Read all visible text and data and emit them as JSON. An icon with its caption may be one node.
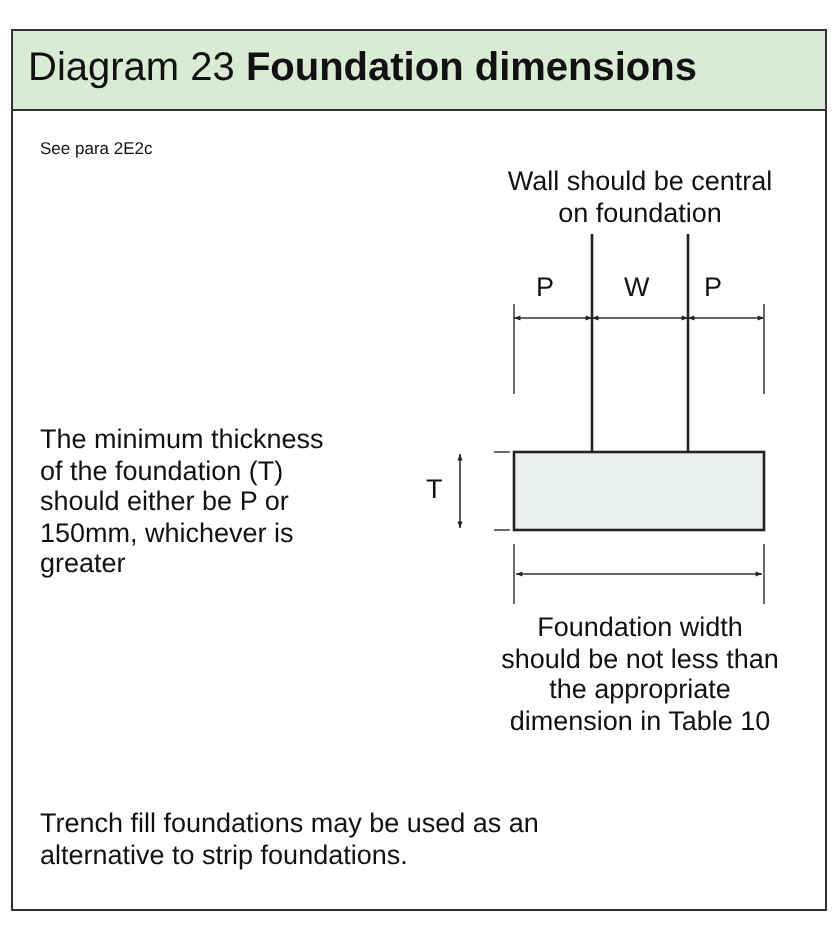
{
  "diagram": {
    "title": "Diagram 23  **Foundation dimensions**",
    "labels": [
      "See para 2E2c",
      "Wall should be central on foundation",
      "P",
      "W",
      "P",
      "The minimum thickness of the foundation (T) should either be P or 150mm, whichever is greater",
      "T",
      "Foundation width should be not less than the appropriate dimension in Table 10",
      "Trench fill foundations may be used as an alternative to strip foundations."
    ]
  }
}
